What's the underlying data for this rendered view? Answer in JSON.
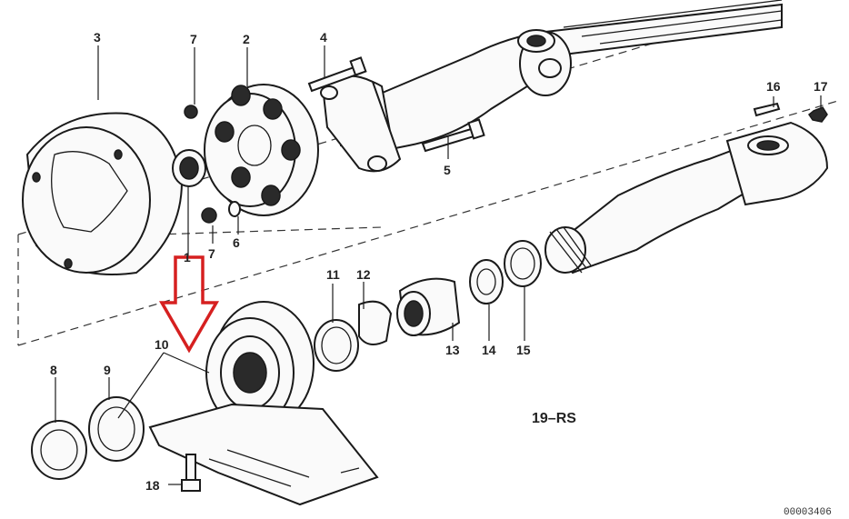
{
  "callouts": {
    "p1": "1",
    "p2": "2",
    "p3": "3",
    "p4": "4",
    "p5": "5",
    "p6": "6",
    "p7a": "7",
    "p7b": "7",
    "p8": "8",
    "p9": "9",
    "p10": "10",
    "p11": "11",
    "p12": "12",
    "p13": "13",
    "p14": "14",
    "p15": "15",
    "p16": "16",
    "p17": "17",
    "p18": "18"
  },
  "diagram_code": "19–RS",
  "catalog_number": "00003406",
  "colors": {
    "highlight_arrow": "#d62020",
    "line": "#1a1a1a"
  }
}
